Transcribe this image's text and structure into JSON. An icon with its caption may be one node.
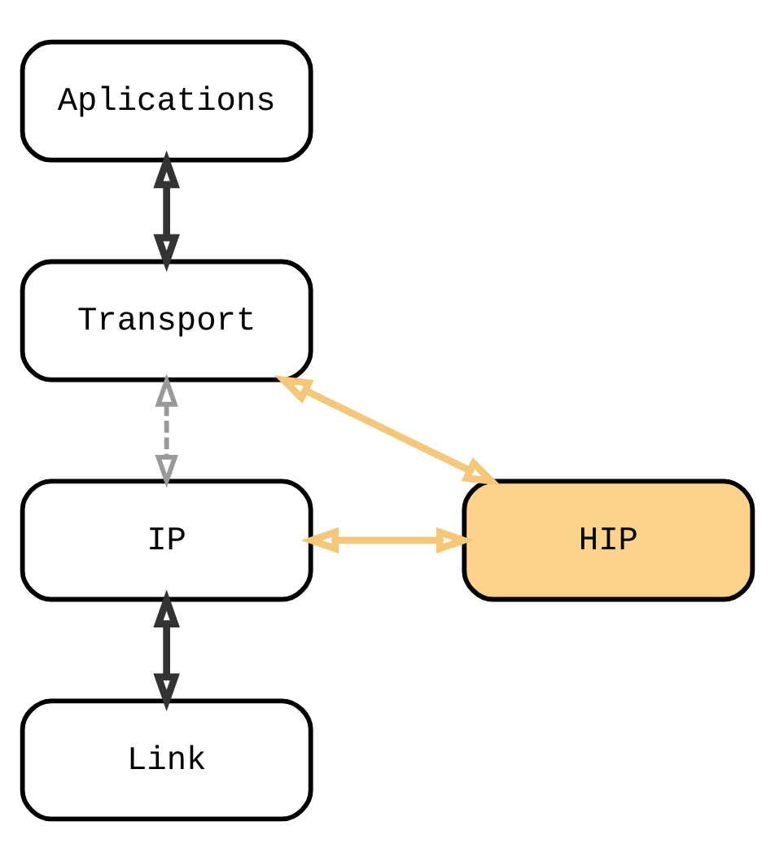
{
  "diagram": {
    "nodes": [
      {
        "text": [
          "Aplications"
        ]
      },
      {
        "text": [
          "Transport"
        ]
      },
      {
        "text": [
          "IP"
        ]
      },
      {
        "text": [
          "Link"
        ]
      },
      {
        "text": [
          "HIP"
        ]
      }
    ],
    "edges": [
      {
        "from": 0,
        "to": 1,
        "arrow": "both"
      },
      {
        "from": 1,
        "to": 4,
        "arrow": "both",
        "color": "#f5c77a"
      },
      {
        "from": 1,
        "to": 2,
        "arrow": "both",
        "style": "dashed",
        "color": "#999999"
      },
      {
        "from": 2,
        "to": 4,
        "arrow": "both",
        "color": "#f5c77a"
      },
      {
        "from": 2,
        "to": 3,
        "arrow": "both"
      }
    ]
  }
}
